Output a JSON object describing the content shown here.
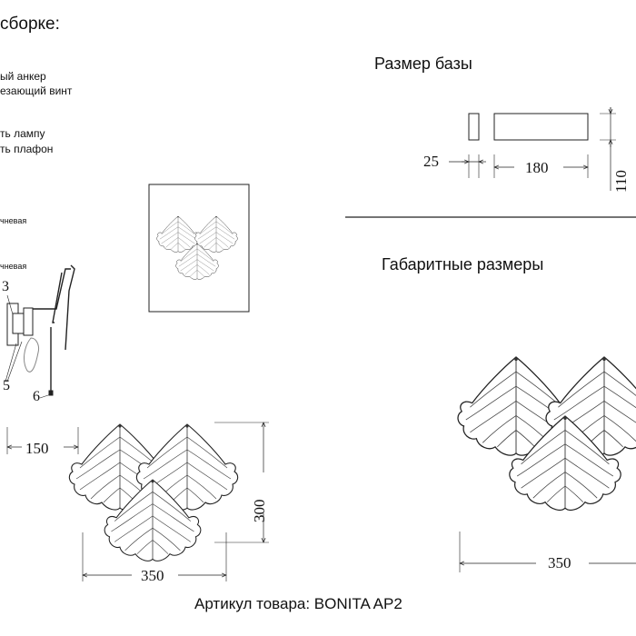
{
  "instructions": {
    "title_fragment": "сборке:",
    "step1_a": "ый анкер",
    "step1_b": "езающий винт",
    "step2_a": "ть лампу",
    "step2_b": "ть плафон",
    "note_a": "чневая",
    "note_b": "чневая"
  },
  "base_size": {
    "title": "Размер базы",
    "dim_thickness": "25",
    "dim_width": "180",
    "dim_height": "110"
  },
  "overall_size": {
    "title": "Габаритные размеры",
    "dim_width": "350"
  },
  "side_view": {
    "label_3": "3",
    "label_5": "5",
    "label_6": "6",
    "dim_depth": "150"
  },
  "front_view": {
    "dim_width": "350",
    "dim_height": "300"
  },
  "article": "Артикул товара: BONITA AP2"
}
